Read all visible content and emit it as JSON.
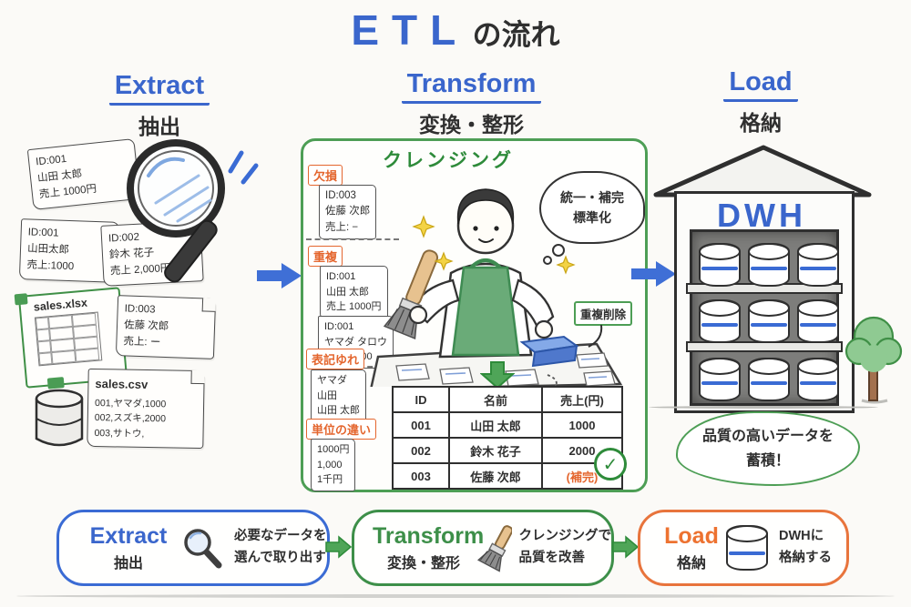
{
  "title": {
    "highlight": "ETL",
    "rest": "の流れ"
  },
  "headers": {
    "extract": {
      "en": "Extract",
      "ja": "抽出"
    },
    "transform": {
      "en": "Transform",
      "ja": "変換・整形"
    },
    "load": {
      "en": "Load",
      "ja": "格納"
    }
  },
  "extract": {
    "note1": [
      "ID:001",
      "山田 太郎",
      "売上 1000円"
    ],
    "note2": [
      "ID:001",
      "山田太郎",
      "売上:1000"
    ],
    "note3": [
      "ID:002",
      "鈴木 花子",
      "売上 2,000円"
    ],
    "note4": [
      "ID:003",
      "佐藤 次郎",
      "売上: ー"
    ],
    "xlsx_label": "sales.xlsx",
    "csv_title": "sales.csv",
    "csv_lines": [
      "001,ヤマダ,1000",
      "002,スズキ,2000",
      "003,サトウ,"
    ]
  },
  "transform": {
    "box_title": "クレンジング",
    "missing": {
      "label": "欠損",
      "card": [
        "ID:003",
        "佐藤 次郎",
        "売上: −"
      ]
    },
    "duplicate": {
      "label": "重複",
      "card1": [
        "ID:001",
        "山田 太郎",
        "売上 1000円"
      ],
      "card2": [
        "ID:001",
        "ヤマダ タロウ",
        "売上:1,000"
      ]
    },
    "notation": {
      "label": "表記ゆれ",
      "card": [
        "ヤマダ",
        "山田",
        "山田 太郎"
      ]
    },
    "unit": {
      "label": "単位の違い",
      "card": [
        "1000円",
        "1,000",
        "1千円"
      ]
    },
    "thought": [
      "統一・補完",
      "標準化"
    ],
    "dedupe_label": "重複削除",
    "table": {
      "headers": [
        "ID",
        "名前",
        "売上(円)"
      ],
      "rows": [
        [
          "001",
          "山田 太郎",
          "1000"
        ],
        [
          "002",
          "鈴木 花子",
          "2000"
        ],
        [
          "003",
          "佐藤 次郎",
          "(補完)"
        ]
      ]
    }
  },
  "load": {
    "dwh": "DWH",
    "bubble": [
      "品質の高いデータを",
      "蓄積！"
    ]
  },
  "summary": [
    {
      "en": "Extract",
      "ja": "抽出",
      "icon": "magnifier-icon",
      "desc": [
        "必要なデータを",
        "選んで取り出す"
      ]
    },
    {
      "en": "Transform",
      "ja": "変換・整形",
      "icon": "brush-icon",
      "desc": [
        "クレンジングで",
        "品質を改善"
      ]
    },
    {
      "en": "Load",
      "ja": "格納",
      "icon": "database-icon",
      "desc": [
        "DWHに",
        "格納する"
      ]
    }
  ],
  "colors": {
    "blue": "#3a66cc",
    "green": "#3d8f49",
    "orange": "#e4662e",
    "ink": "#2f2f2f"
  }
}
